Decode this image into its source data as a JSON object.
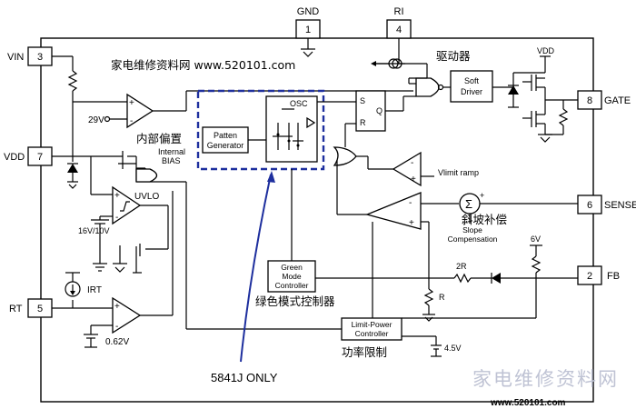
{
  "pins": {
    "gnd": {
      "num": "1",
      "name": "GND"
    },
    "ri": {
      "num": "4",
      "name": "RI"
    },
    "vin": {
      "num": "3",
      "name": "VIN"
    },
    "vdd": {
      "num": "7",
      "name": "VDD"
    },
    "rt": {
      "num": "5",
      "name": "RT"
    },
    "gate": {
      "num": "8",
      "name": "GATE"
    },
    "sense": {
      "num": "6",
      "name": "SENSE"
    },
    "fb": {
      "num": "2",
      "name": "FB"
    }
  },
  "blocks": {
    "patten": [
      "Patten",
      "Generator"
    ],
    "osc": "OSC",
    "soft_driver": [
      "Soft",
      "Driver"
    ],
    "green_mode": [
      "Green",
      "Mode",
      "Controller"
    ],
    "limit_power": [
      "Limit-Power",
      "Controller"
    ],
    "sr_s": "S",
    "sr_r": "R",
    "sr_q": "Q",
    "uvlo": "UVLO",
    "internal_bias": [
      "Internal",
      "BIAS"
    ],
    "vlimit_ramp": "Vlimit ramp",
    "slope": [
      "Slope",
      "Compensation"
    ],
    "sigma": "Σ"
  },
  "values": {
    "v29": "29V",
    "v16_10": "16V/10V",
    "v062": "0.62V",
    "v45": "4.5V",
    "v6": "6V",
    "r2r": "2R",
    "r": "R",
    "irt": "IRT",
    "vdd_supply": "VDD",
    "plus": "+",
    "minus": "-"
  },
  "annotations": {
    "website": "家电维修资料网 www.520101.com",
    "internal_bias_cn": "内部偏置",
    "drive": "驱动器",
    "slope_cn": "斜坡补偿",
    "green_cn": "绿色模式控制器",
    "power_limit_cn": "功率限制",
    "only_5841j": "5841J ONLY"
  },
  "watermark": {
    "text": "家电维修资料网",
    "url": "www.520101.com"
  }
}
